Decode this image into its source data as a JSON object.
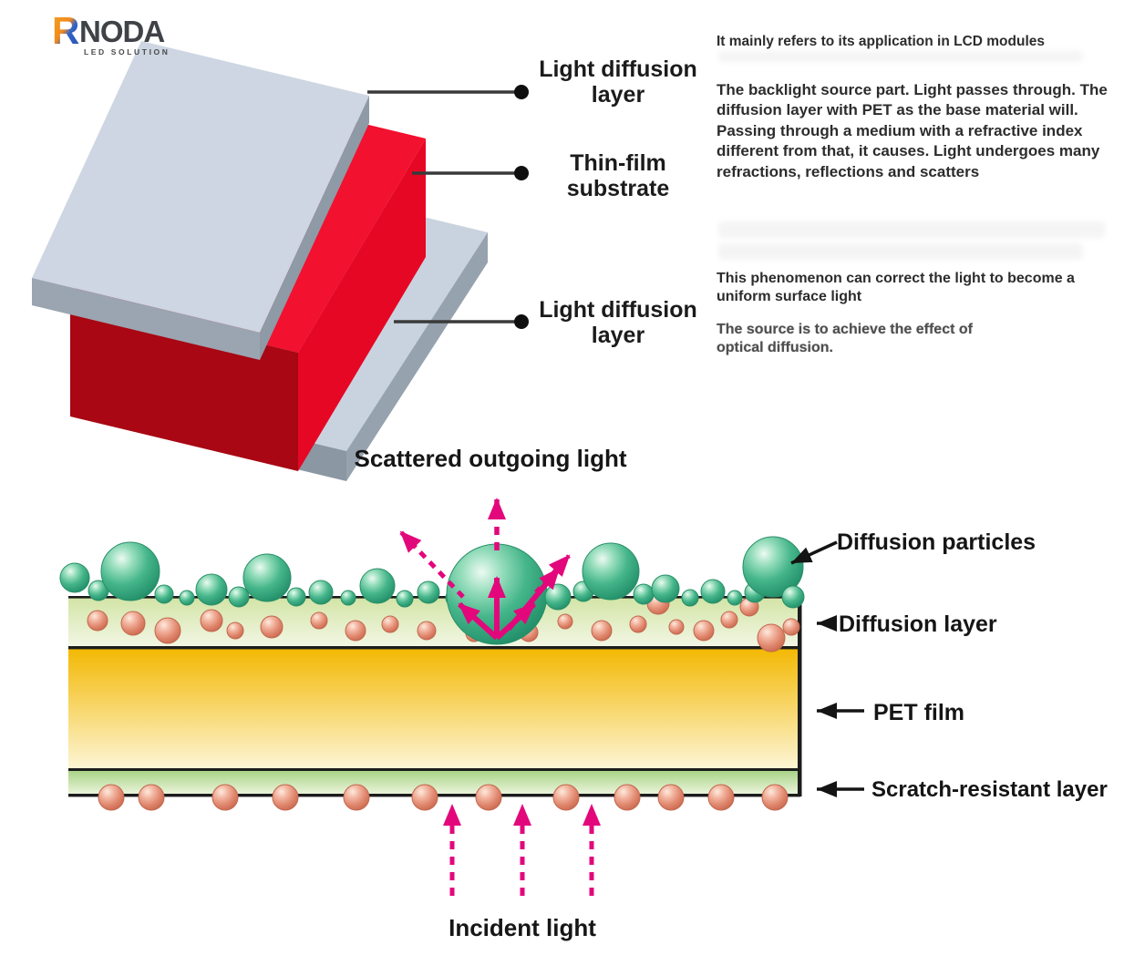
{
  "logo": {
    "brand_initial": "R",
    "brand_rest": "NODA",
    "tagline": "LED SOLUTION"
  },
  "top_diagram": {
    "labels": [
      "Light diffusion layer",
      "Thin-film substrate",
      "Light diffusion layer"
    ]
  },
  "description": {
    "para1": "It mainly refers to its application in LCD modules",
    "para2": "The backlight source part. Light passes through. The diffusion layer with PET as the base material will. Passing through a medium with a refractive index different from that, it causes. Light undergoes many refractions, reflections and scatters",
    "para3": "This phenomenon can correct the light to become a uniform surface light",
    "para4": "The source is to achieve the effect of optical diffusion."
  },
  "bottom_diagram": {
    "title": "Scattered outgoing light",
    "incident_label": "Incident light",
    "labels": {
      "particles": "Diffusion particles",
      "diffusion": "Diffusion layer",
      "pet": "PET film",
      "scratch": "Scratch-resistant layer"
    }
  },
  "colors": {
    "accent_magenta": "#e3077c",
    "substrate_red": "#ee0a2b",
    "substrate_red_dark": "#a80713",
    "pet_gold": "#f3b802",
    "particle_green": "#41b288",
    "particle_salmon": "#e08a72",
    "slab_gray": "#cdd6e2",
    "line_black": "#1c1c1c"
  }
}
